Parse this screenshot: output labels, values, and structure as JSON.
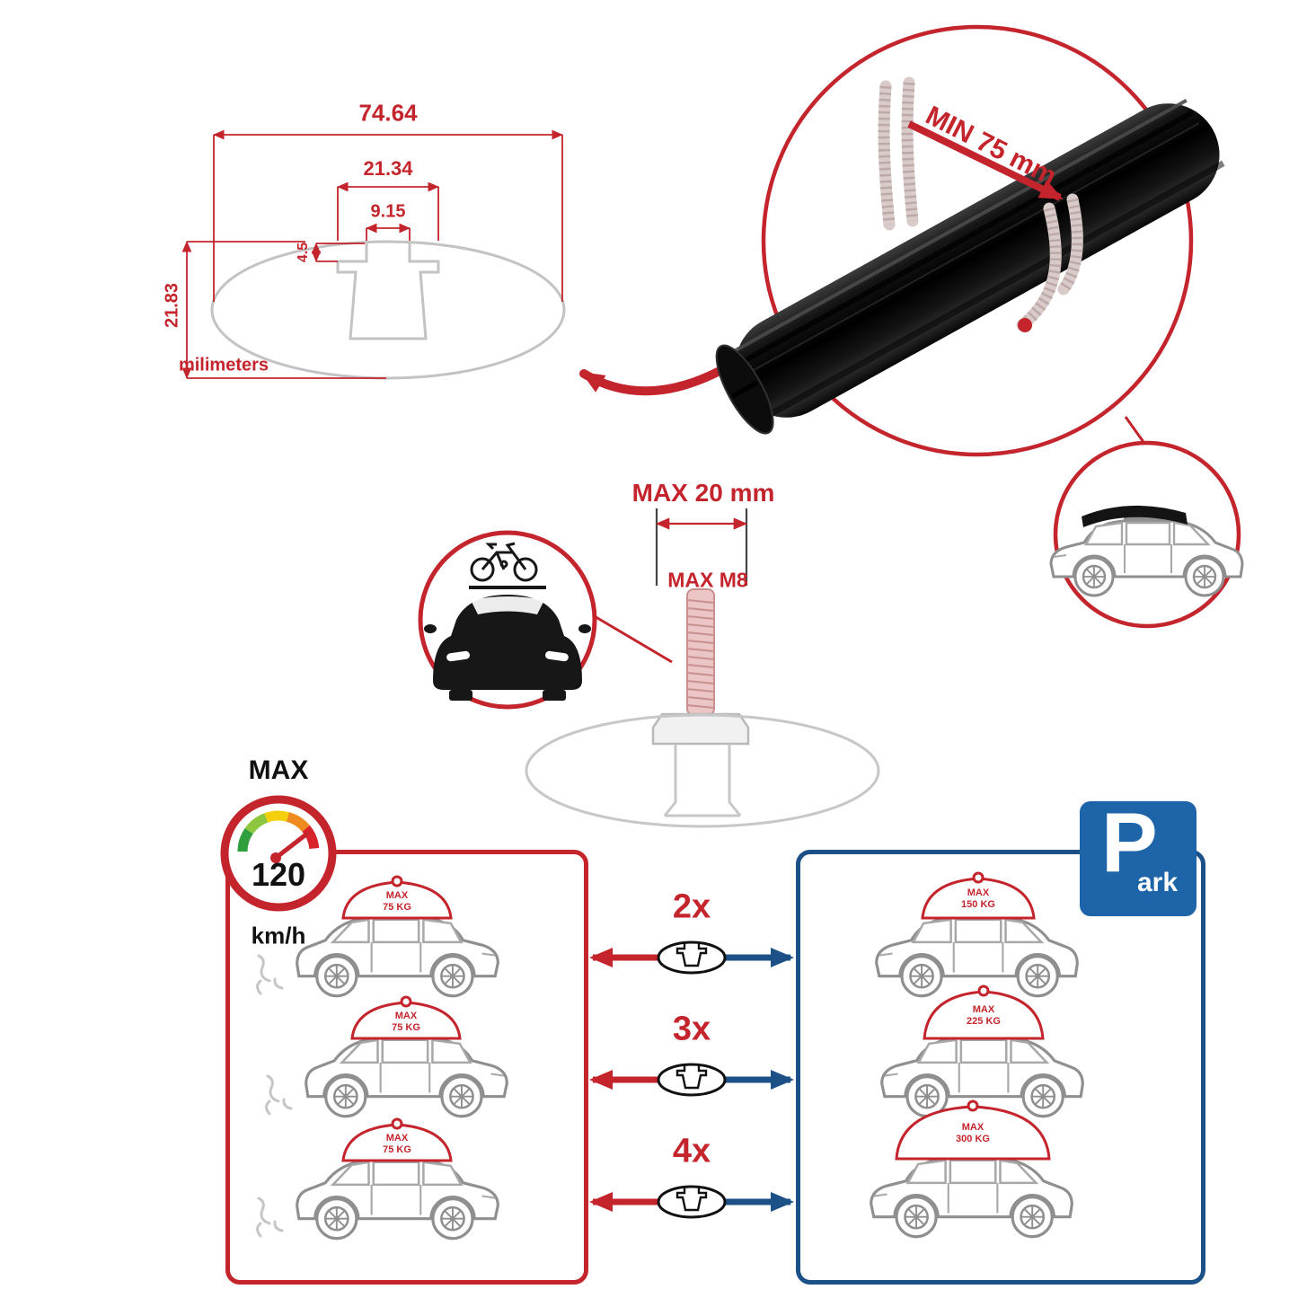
{
  "dimension_diagram": {
    "total_width": "74.64",
    "outer_slot_width": "21.34",
    "inner_slot_width": "9.15",
    "slot_depth": "4.5",
    "total_height": "21.83",
    "unit": "milimeters"
  },
  "crossbar_detail": {
    "min_clamp_label": "MIN 75 mm"
  },
  "bolt_detail": {
    "max_length_label": "MAX 20 mm",
    "max_thread_label": "MAX M8"
  },
  "speed_limit": {
    "label": "MAX",
    "value": "120",
    "unit": "km/h"
  },
  "multiplier_rows": [
    {
      "label": "2x"
    },
    {
      "label": "3x"
    },
    {
      "label": "4x"
    }
  ],
  "load_panel_red": {
    "cars": [
      {
        "max": "MAX",
        "weight": "75 KG"
      },
      {
        "max": "MAX",
        "weight": "75 KG"
      },
      {
        "max": "MAX",
        "weight": "75 KG"
      }
    ]
  },
  "load_panel_blue": {
    "sign_letter": "P",
    "sign_suffix": "ark",
    "cars": [
      {
        "max": "MAX",
        "weight": "150 KG"
      },
      {
        "max": "MAX",
        "weight": "225 KG"
      },
      {
        "max": "MAX",
        "weight": "300 KG"
      }
    ]
  },
  "colors": {
    "red": "#c4242c",
    "blue": "#1c5188",
    "sign_blue": "#1d64a8",
    "gray": "#c3c3c3"
  }
}
